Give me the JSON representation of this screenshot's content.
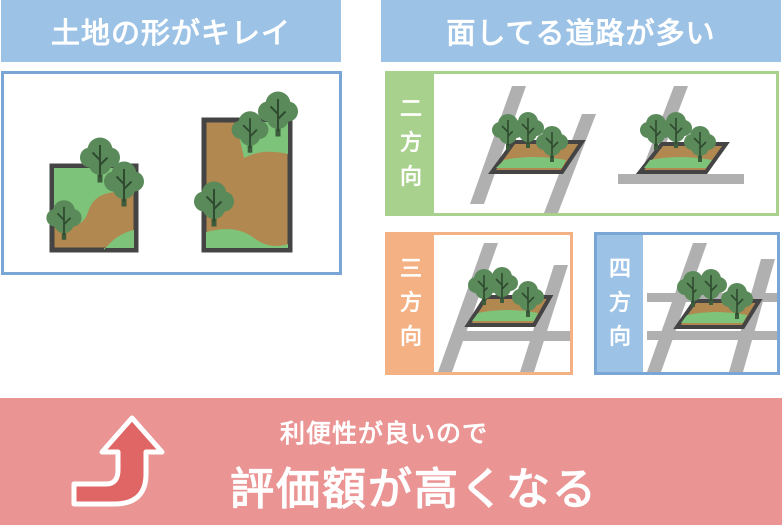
{
  "headers": {
    "left": "土地の形がキレイ",
    "right": "面してる道路が多い"
  },
  "panels": {
    "two": {
      "label_chars": [
        "二",
        "方",
        "向"
      ]
    },
    "three": {
      "label_chars": [
        "三",
        "方",
        "向"
      ]
    },
    "four": {
      "label_chars": [
        "四",
        "方",
        "向"
      ]
    }
  },
  "banner": {
    "subtitle": "利便性が良いので",
    "title": "評価額が高くなる"
  },
  "colors": {
    "header_blue": "#9cc2e6",
    "green": "#a9d18e",
    "orange": "#f4b183",
    "banner_pink": "#ea9494",
    "arrow_red": "#e06666",
    "soil": "#b08850",
    "grass": "#7dc47a",
    "tree": "#5a8a5a",
    "road": "#b0b0b0",
    "border": "#444444"
  },
  "icons": [
    "tree-icon",
    "road-icon",
    "curved-up-arrow-icon"
  ]
}
